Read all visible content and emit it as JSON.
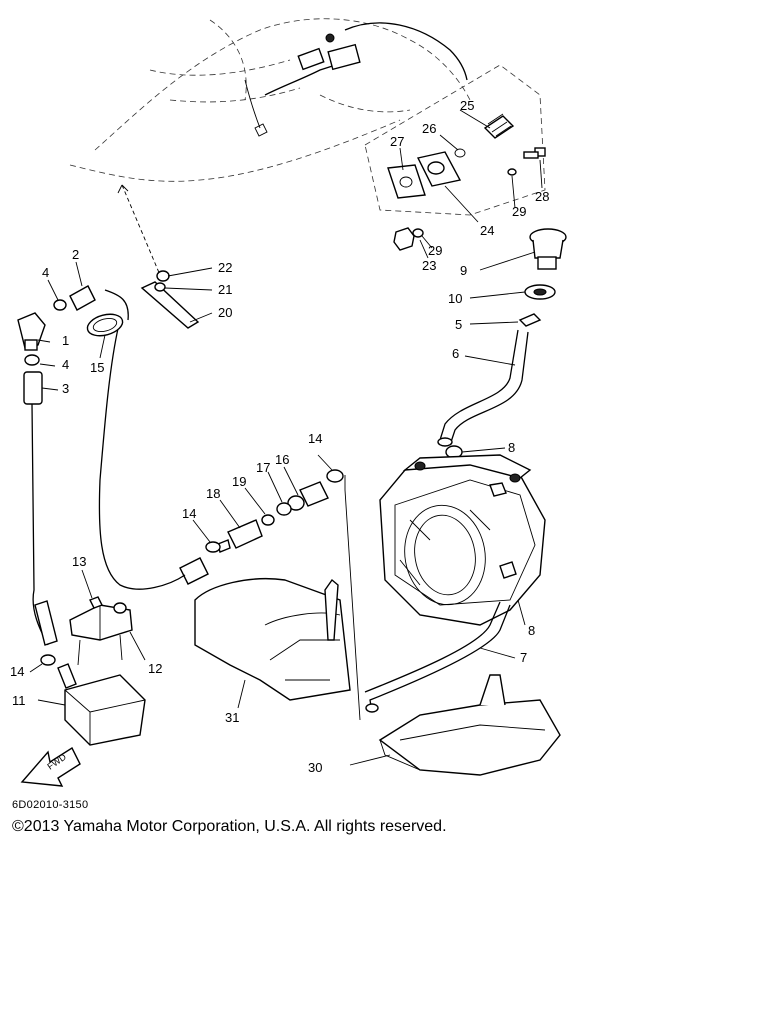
{
  "diagram": {
    "callouts": [
      {
        "id": "p1",
        "label": "1"
      },
      {
        "id": "p2",
        "label": "2"
      },
      {
        "id": "p3",
        "label": "3"
      },
      {
        "id": "p4a",
        "label": "4"
      },
      {
        "id": "p4b",
        "label": "4"
      },
      {
        "id": "p5",
        "label": "5"
      },
      {
        "id": "p6",
        "label": "6"
      },
      {
        "id": "p7",
        "label": "7"
      },
      {
        "id": "p8a",
        "label": "8"
      },
      {
        "id": "p8b",
        "label": "8"
      },
      {
        "id": "p9",
        "label": "9"
      },
      {
        "id": "p10",
        "label": "10"
      },
      {
        "id": "p11",
        "label": "11"
      },
      {
        "id": "p12",
        "label": "12"
      },
      {
        "id": "p13",
        "label": "13"
      },
      {
        "id": "p14a",
        "label": "14"
      },
      {
        "id": "p14b",
        "label": "14"
      },
      {
        "id": "p14c",
        "label": "14"
      },
      {
        "id": "p15",
        "label": "15"
      },
      {
        "id": "p16",
        "label": "16"
      },
      {
        "id": "p17",
        "label": "17"
      },
      {
        "id": "p18",
        "label": "18"
      },
      {
        "id": "p19",
        "label": "19"
      },
      {
        "id": "p20",
        "label": "20"
      },
      {
        "id": "p21",
        "label": "21"
      },
      {
        "id": "p22",
        "label": "22"
      },
      {
        "id": "p23",
        "label": "23"
      },
      {
        "id": "p24",
        "label": "24"
      },
      {
        "id": "p25",
        "label": "25"
      },
      {
        "id": "p26",
        "label": "26"
      },
      {
        "id": "p27",
        "label": "27"
      },
      {
        "id": "p28",
        "label": "28"
      },
      {
        "id": "p29a",
        "label": "29"
      },
      {
        "id": "p29b",
        "label": "29"
      },
      {
        "id": "p30",
        "label": "30"
      },
      {
        "id": "p31",
        "label": "31"
      }
    ],
    "fwd_label": "FWD",
    "drawing_code": "6D02010-3150"
  },
  "footer": {
    "copyright": "©2013 Yamaha Motor Corporation, U.S.A. All rights reserved."
  }
}
